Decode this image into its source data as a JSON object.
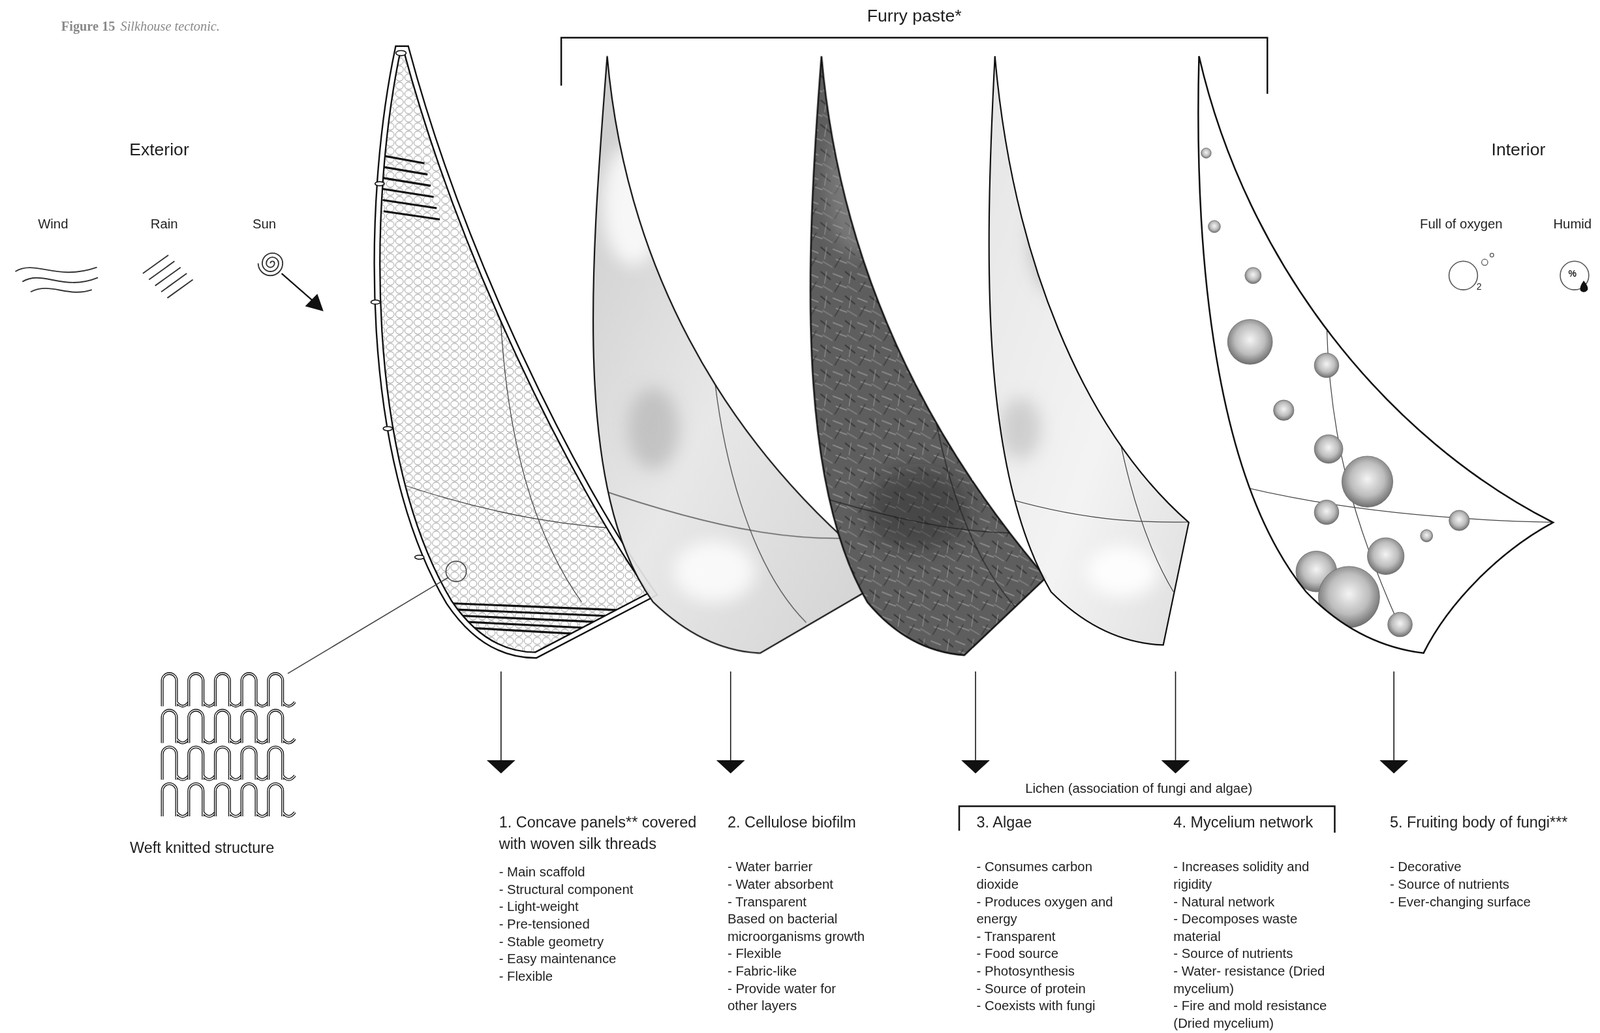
{
  "diagram": {
    "labels": [
      "Figure 15",
      "Silkhouse tectonic.",
      "Furry paste*",
      "Exterior",
      "Interior",
      "Wind",
      "Rain",
      "Sun",
      "Full of oxygen",
      "Humid",
      "2",
      "%",
      "Weft knitted structure",
      "Lichen (association of fungi and algae)",
      "1. Concave panels** covered with woven silk threads",
      "- Main scaffold",
      "- Structural component",
      "- Light-weight",
      "- Pre-tensioned",
      "- Stable geometry",
      "- Easy maintenance",
      "- Flexible",
      "2. Cellulose biofilm",
      "- Water barrier",
      "- Water absorbent",
      "- Transparent",
      "Based on bacterial microorganisms growth",
      "- Flexible",
      "- Fabric-like",
      "- Provide water for other layers",
      "3. Algae",
      "- Consumes carbon dioxide",
      "- Produces oxygen and energy",
      "- Transparent",
      "- Food source",
      "- Photosynthesis",
      "- Source of protein",
      "- Coexists with fungi",
      "4. Mycelium network",
      "- Increases solidity and rigidity",
      "- Natural network",
      "- Decomposes waste material",
      "- Source of nutrients",
      "- Water- resistance (Dried mycelium)",
      "- Fire and mold resistance (Dried mycelium)",
      "5. Fruiting body of fungi***",
      "- Decorative",
      "- Source of nutrients",
      "- Ever-changing surface"
    ]
  }
}
